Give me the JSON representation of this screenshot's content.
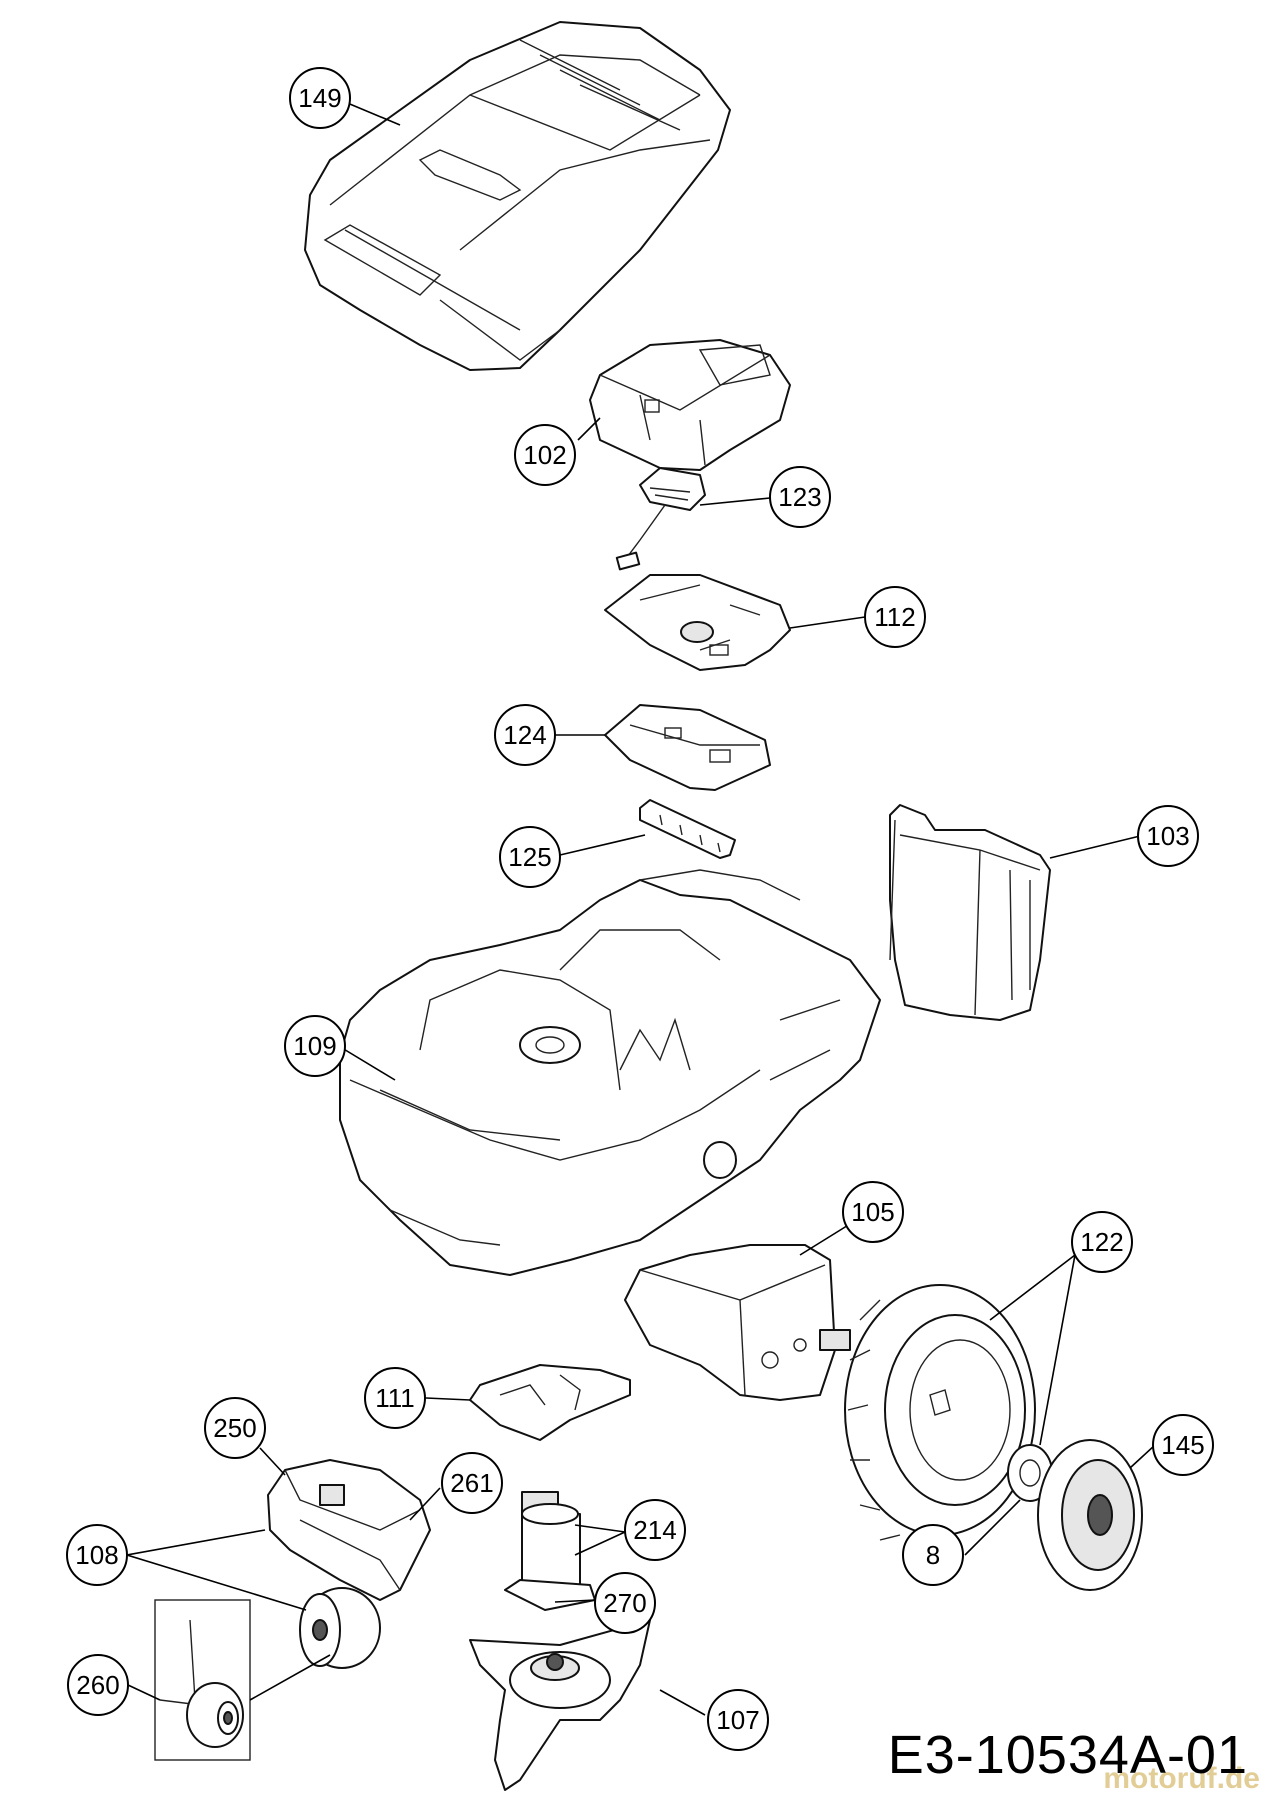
{
  "drawing_code": "E3-10534A-01",
  "watermark": "motoruf.de",
  "callouts": {
    "c149": "149",
    "c102": "102",
    "c123": "123",
    "c112": "112",
    "c124": "124",
    "c125": "125",
    "c103": "103",
    "c109": "109",
    "c105": "105",
    "c122": "122",
    "c111": "111",
    "c250": "250",
    "c261": "261",
    "c108": "108",
    "c214": "214",
    "c145": "145",
    "c8": "8",
    "c270": "270",
    "c260": "260",
    "c107": "107"
  }
}
